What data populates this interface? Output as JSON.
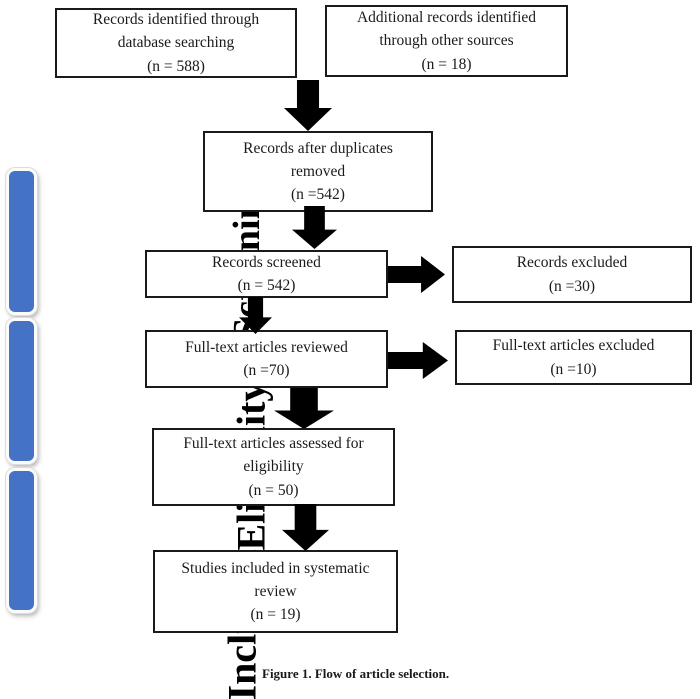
{
  "figure": {
    "caption": "Figure 1. Flow of article selection."
  },
  "flowchart": {
    "boxes": {
      "identified": {
        "lines": [
          "Records identified through",
          "database searching",
          "(n = 588)"
        ]
      },
      "additional": {
        "lines": [
          "Additional records identified",
          "through other sources",
          "(n = 18)"
        ]
      },
      "duplicates_removed": {
        "lines": [
          "Records after duplicates",
          "removed",
          "(n =542)"
        ]
      },
      "screened": {
        "lines": [
          "Records screened",
          "(n = 542)"
        ]
      },
      "records_excluded": {
        "lines": [
          "Records excluded",
          "(n =30)"
        ]
      },
      "fulltext_reviewed": {
        "lines": [
          "Full-text articles reviewed",
          "(n =70)"
        ]
      },
      "fulltext_excluded": {
        "lines": [
          "Full-text articles excluded",
          "(n =10)"
        ]
      },
      "assessed": {
        "lines": [
          "Full-text articles assessed for",
          "eligibility",
          "(n = 50)"
        ]
      },
      "included_studies": {
        "lines": [
          "Studies included in systematic",
          "review",
          "(n = 19)"
        ]
      }
    },
    "stage_labels": {
      "screening": "Screening",
      "eligibility": "Eligibility",
      "included": "Included"
    }
  },
  "colors": {
    "stage_bar_blue": "#4472C4",
    "box_border": "#1a1a1a",
    "arrow_black": "#000000",
    "background": "#ffffff"
  }
}
